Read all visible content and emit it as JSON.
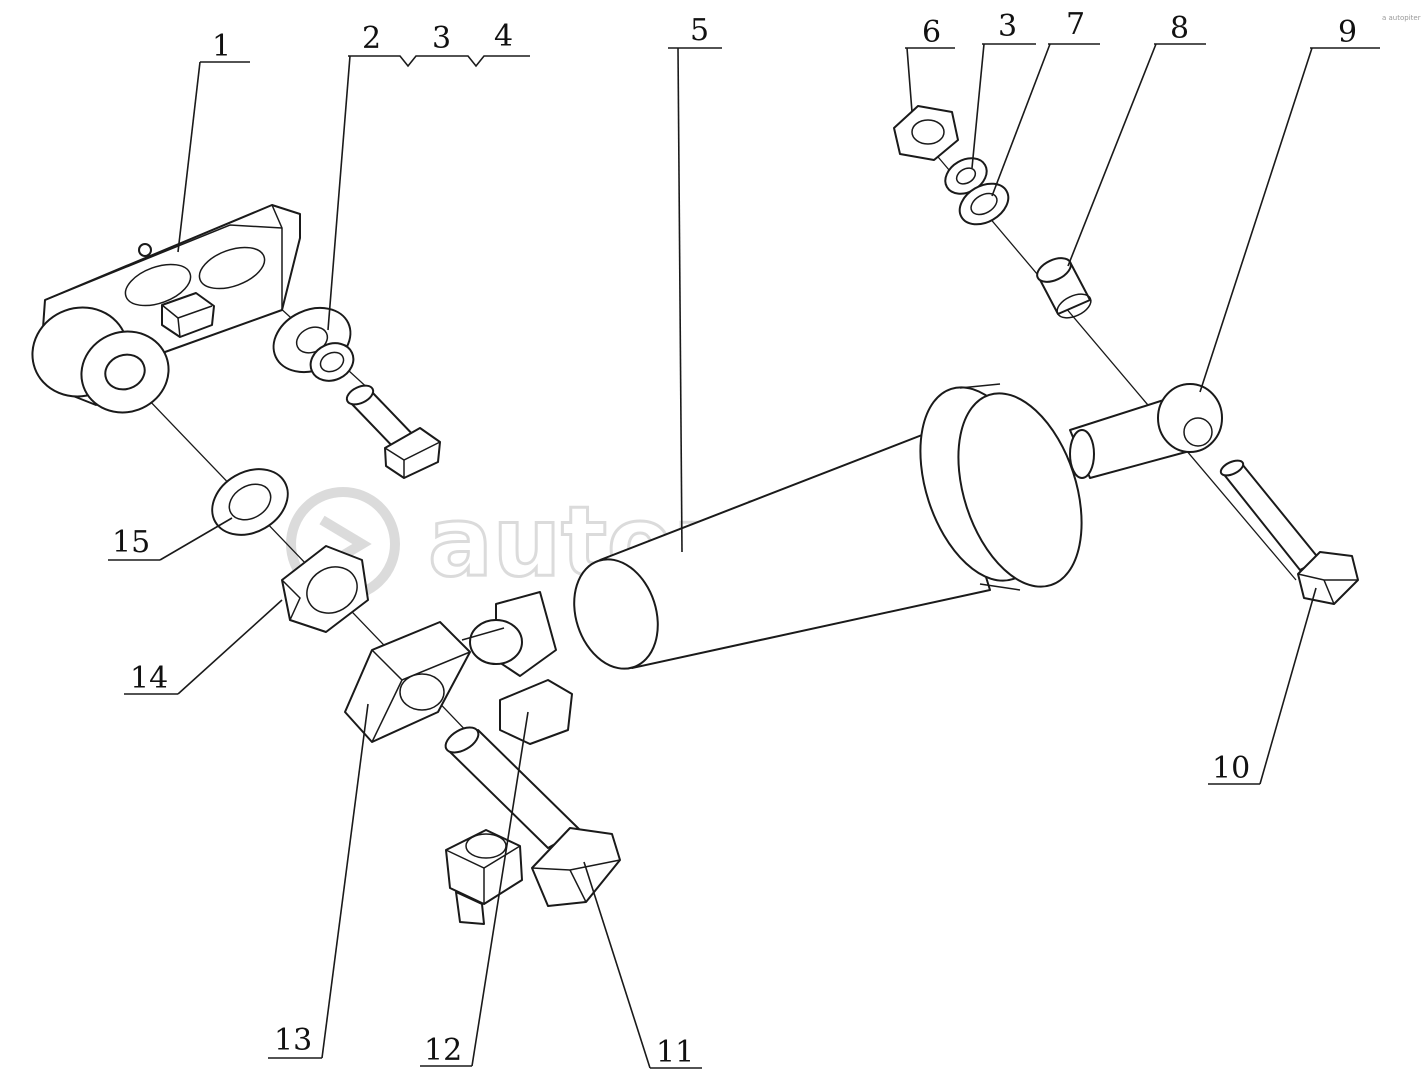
{
  "diagram": {
    "watermark": "autopiter.ru",
    "corner_mark": "a autopiter",
    "callouts": [
      "1",
      "2",
      "3",
      "4",
      "5",
      "6",
      "3",
      "7",
      "8",
      "9",
      "10",
      "11",
      "12",
      "13",
      "14",
      "15"
    ]
  }
}
